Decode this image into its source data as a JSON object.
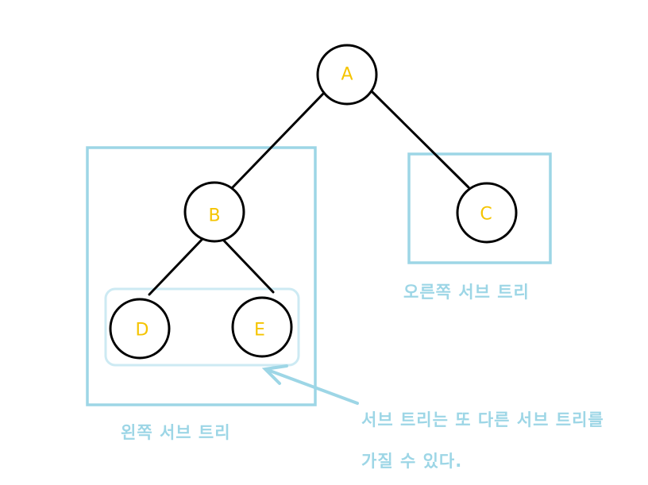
{
  "diagram": {
    "colors": {
      "edge": "#000000",
      "node_label": "#f5c400",
      "subtree_box": "#9dd6e6",
      "caption": "#9dd6e6"
    },
    "nodes": {
      "A": "A",
      "B": "B",
      "C": "C",
      "D": "D",
      "E": "E"
    },
    "edges": [
      [
        "A",
        "B"
      ],
      [
        "A",
        "C"
      ],
      [
        "B",
        "D"
      ],
      [
        "B",
        "E"
      ]
    ],
    "captions": {
      "left_subtree": "왼쪽 서브 트리",
      "right_subtree": "오른쪽 서브 트리",
      "note_line1": "서브 트리는 또 다른 서브 트리를",
      "note_line2": "가질 수 있다."
    }
  }
}
